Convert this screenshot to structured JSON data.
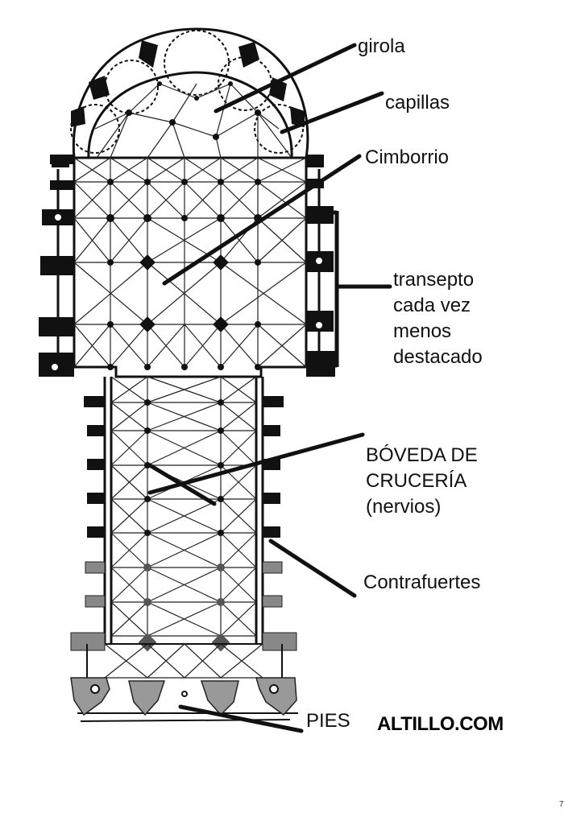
{
  "labels": {
    "girola": "girola",
    "capillas": "capillas",
    "cimborrio": "Cimborrio",
    "transepto": "transepto\ncada vez\nmenos\ndestacado",
    "boveda": "BÓVEDA DE\nCRUCERÍA\n(nervios)",
    "contrafuertes": "Contrafuertes",
    "pies": "PIES"
  },
  "watermark": "ALTILLO.COM",
  "page_number": "7"
}
